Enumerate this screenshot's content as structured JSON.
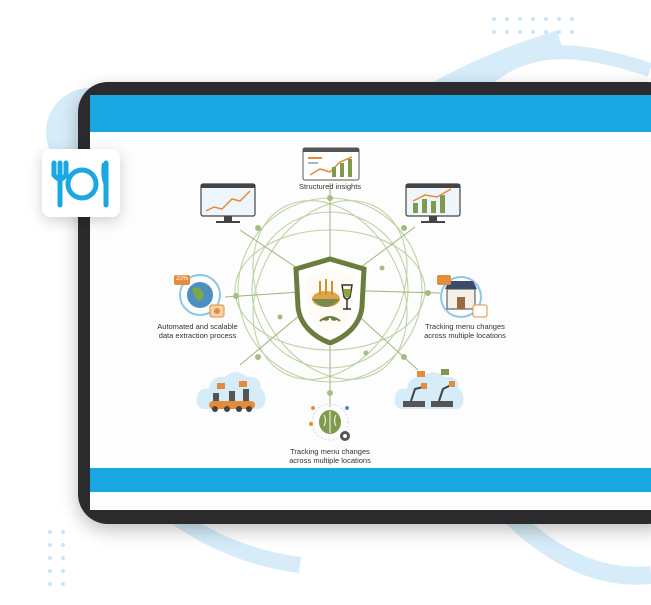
{
  "center": {
    "icon": "food-shield-emblem"
  },
  "nodes": {
    "top": {
      "label": "Structured insights",
      "icon": "dashboard-chart-icon"
    },
    "left": {
      "label_line1": "Automated and scalable",
      "label_line2": "data extraction process",
      "icon": "globe-data-icon"
    },
    "right": {
      "label_line1": "Tracking menu changes",
      "label_line2": "across multiple locations",
      "icon": "storefront-icon"
    },
    "bottom": {
      "label_line1": "Tracking menu changes",
      "label_line2": "across multiple locations",
      "icon": "brain-gear-icon"
    },
    "top_left": {
      "icon": "monitor-chart-icon"
    },
    "top_right": {
      "icon": "monitor-chart-icon"
    },
    "bottom_left": {
      "icon": "cloud-robots-icon"
    },
    "bottom_right": {
      "icon": "cloud-robots-icon"
    }
  },
  "badge": {
    "text": "20%"
  },
  "app_icon": {
    "icon": "plate-utensils-icon"
  },
  "colors": {
    "accent": "#1aa8e2",
    "bezel": "#2b2b2d",
    "olive": "#6b7c3f",
    "lightBlue": "#d6ecf8"
  }
}
